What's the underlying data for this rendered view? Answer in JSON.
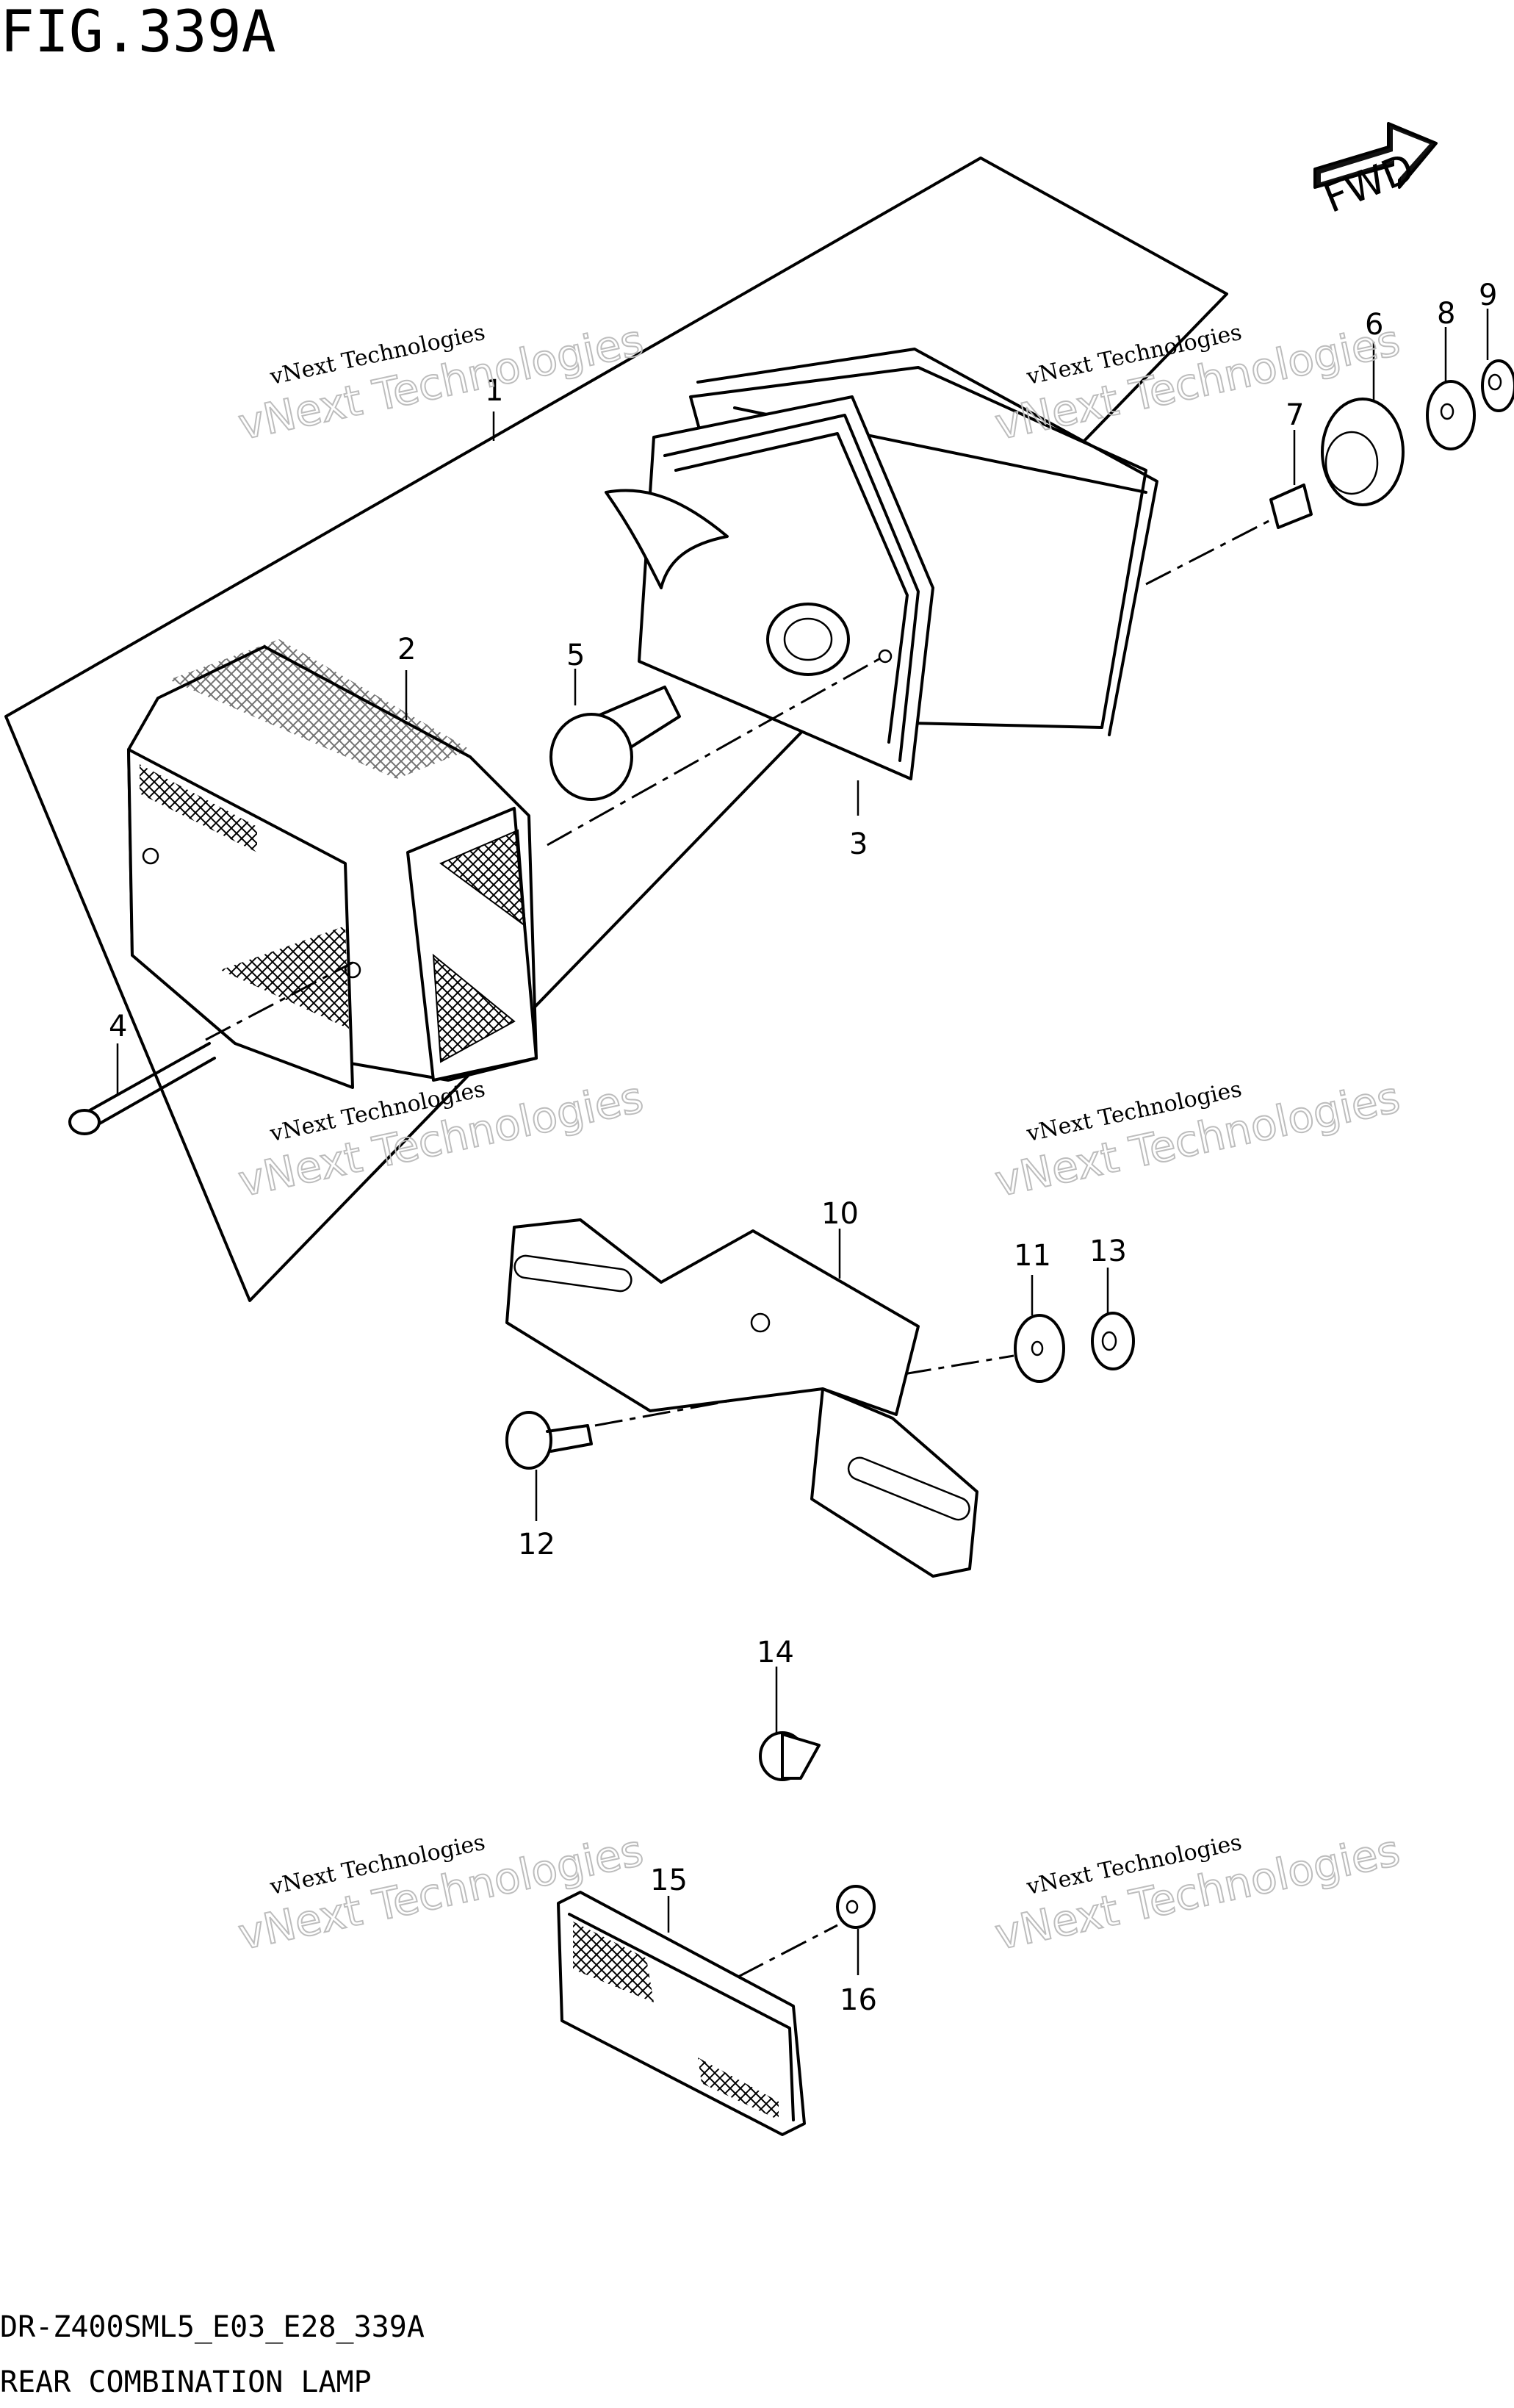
{
  "figure": {
    "title": "FIG.339A",
    "model_code": "DR-Z400SML5_E03_E28_339A",
    "caption": "REAR COMBINATION LAMP",
    "fwd_label": "FWD"
  },
  "watermark": {
    "line1": "vNext Technologies",
    "line2": "vNext Technologies"
  },
  "callouts": [
    {
      "id": "1",
      "label": "1"
    },
    {
      "id": "2",
      "label": "2"
    },
    {
      "id": "3",
      "label": "3"
    },
    {
      "id": "4",
      "label": "4"
    },
    {
      "id": "5",
      "label": "5"
    },
    {
      "id": "6",
      "label": "6"
    },
    {
      "id": "7",
      "label": "7"
    },
    {
      "id": "8",
      "label": "8"
    },
    {
      "id": "9",
      "label": "9"
    },
    {
      "id": "10",
      "label": "10"
    },
    {
      "id": "11",
      "label": "11"
    },
    {
      "id": "12",
      "label": "12"
    },
    {
      "id": "13",
      "label": "13"
    },
    {
      "id": "14",
      "label": "14"
    },
    {
      "id": "15",
      "label": "15"
    },
    {
      "id": "16",
      "label": "16"
    }
  ]
}
